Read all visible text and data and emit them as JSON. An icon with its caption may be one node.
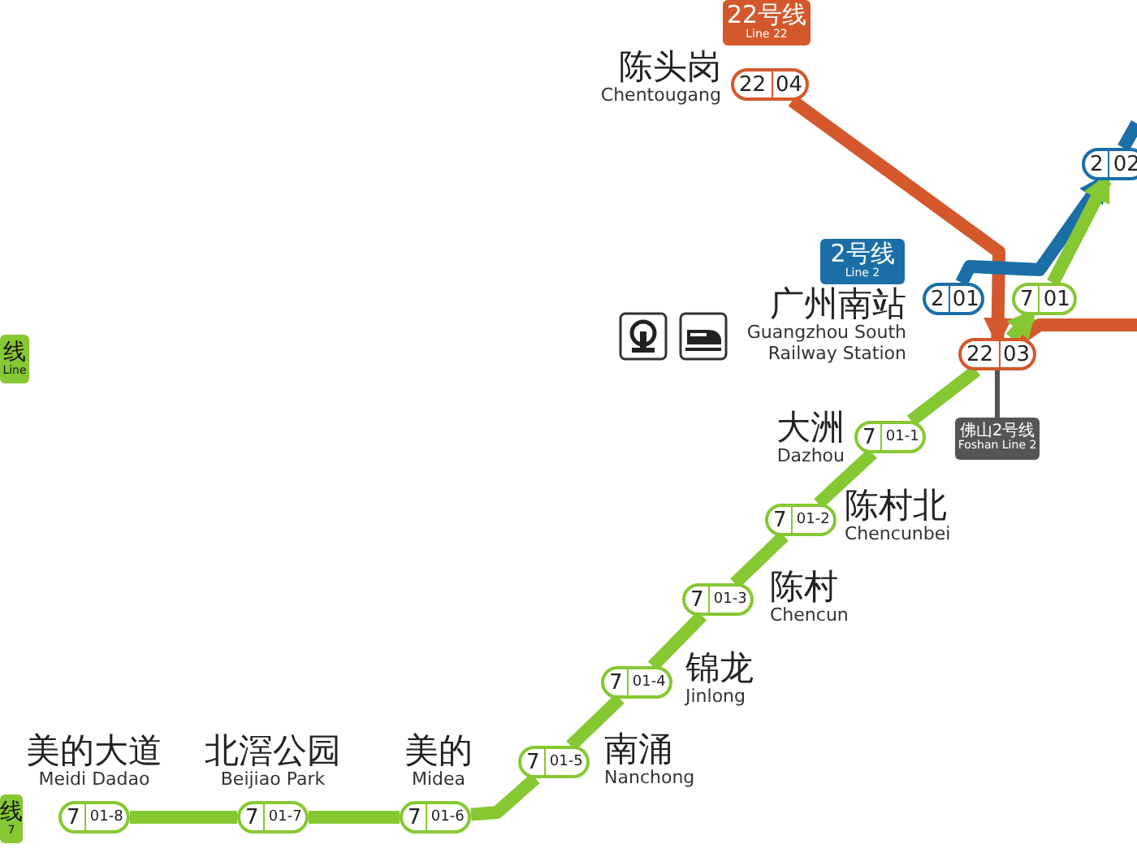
{
  "diagram": {
    "nodes": [
      {
        "text": [
          "22号线",
          "Line 22"
        ]
      },
      {
        "text": [
          "22",
          "04"
        ],
        "beside": [
          "陈头岗",
          "Chentougang"
        ]
      },
      {
        "text": [
          "2号线",
          "Line 2"
        ]
      },
      {
        "text": [
          "2",
          "01"
        ],
        "beside": [
          "广州南站",
          "Guangzhou South Railway Station"
        ]
      },
      {
        "text": [
          "7",
          "01"
        ]
      },
      {
        "text": [
          "22",
          "03"
        ]
      },
      {
        "text": [
          "2",
          "02"
        ]
      },
      {
        "text": [
          "佛山2号线",
          "Foshan Line 2"
        ]
      },
      {
        "text": [
          "7",
          "01-1"
        ],
        "beside": [
          "大洲",
          "Dazhou"
        ]
      },
      {
        "text": [
          "7",
          "01-2"
        ],
        "beside": [
          "陈村北",
          "Chencunbei"
        ]
      },
      {
        "text": [
          "7",
          "01-3"
        ],
        "beside": [
          "陈村",
          "Chencun"
        ]
      },
      {
        "text": [
          "7",
          "01-4"
        ],
        "beside": [
          "锦龙",
          "Jinlong"
        ]
      },
      {
        "text": [
          "7",
          "01-5"
        ],
        "beside": [
          "南涌",
          "Nanchong"
        ]
      },
      {
        "text": [
          "7",
          "01-6"
        ],
        "beside": [
          "美的",
          "Midea"
        ]
      },
      {
        "text": [
          "7",
          "01-7"
        ],
        "beside": [
          "北滘公园",
          "Beijiao Park"
        ]
      },
      {
        "text": [
          "7",
          "01-8"
        ],
        "beside": [
          "美的大道",
          "Meidi Dadao"
        ]
      },
      {
        "text": [
          "线",
          "Line"
        ]
      },
      {
        "text": [
          "线",
          "7"
        ]
      }
    ],
    "edges": [
      {
        "from": 1,
        "to": 5,
        "arrow": "to",
        "color": "#d4582b"
      },
      {
        "from": 5,
        "to": null,
        "arrow": "none",
        "color": "#d4582b"
      },
      {
        "from": 3,
        "to": 6,
        "arrow": "to",
        "color": "#1b6fa6"
      },
      {
        "from": 6,
        "to": null,
        "arrow": "none",
        "color": "#1b6fa6"
      },
      {
        "from": 15,
        "to": 14,
        "arrow": "none"
      },
      {
        "from": 14,
        "to": 13,
        "arrow": "none"
      },
      {
        "from": 13,
        "to": 12,
        "arrow": "none"
      },
      {
        "from": 12,
        "to": 11,
        "arrow": "none"
      },
      {
        "from": 11,
        "to": 10,
        "arrow": "none"
      },
      {
        "from": 10,
        "to": 9,
        "arrow": "none"
      },
      {
        "from": 9,
        "to": 8,
        "arrow": "none"
      },
      {
        "from": 8,
        "to": 5,
        "arrow": "none"
      },
      {
        "from": 5,
        "to": 4,
        "arrow": "to"
      },
      {
        "from": 4,
        "to": 6,
        "arrow": "to"
      },
      {
        "from": 7,
        "to": 5,
        "arrow": "none",
        "color": "#555555"
      }
    ]
  }
}
